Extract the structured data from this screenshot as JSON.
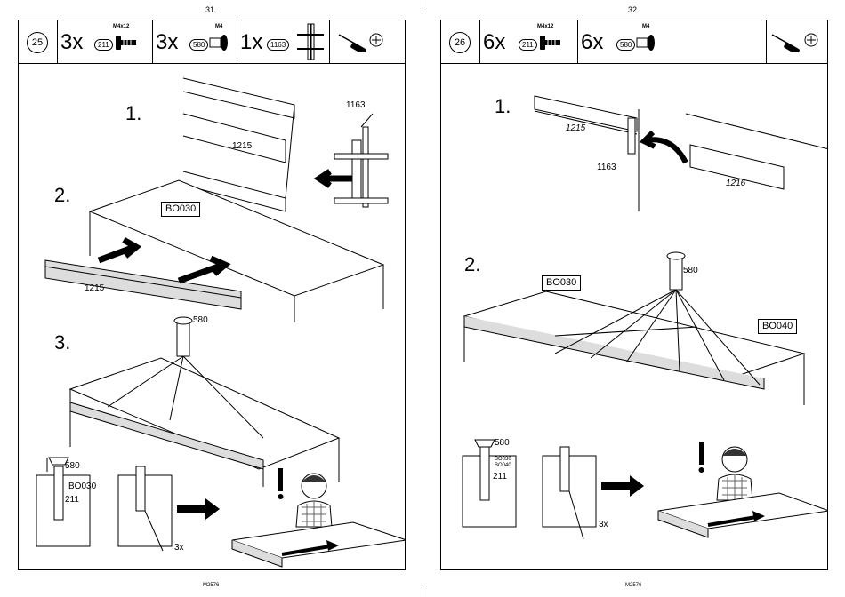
{
  "left": {
    "page_number": "31.",
    "footer": "M2576",
    "step_no": "25",
    "parts": [
      {
        "qty": "3x",
        "code": "211",
        "size": "M4x12"
      },
      {
        "qty": "3x",
        "code": "580",
        "size": "M4"
      },
      {
        "qty": "1x",
        "code": "1163",
        "size": ""
      }
    ],
    "steps": [
      "1.",
      "2.",
      "3."
    ],
    "labels": {
      "p1163": "1163",
      "p1215a": "1215",
      "bo030": "BO030",
      "p1215b": "1215",
      "p580": "580",
      "d580": "580",
      "dbo030": "BO030",
      "d211": "211",
      "d3x": "3x"
    }
  },
  "right": {
    "page_number": "32.",
    "footer": "M2576",
    "step_no": "26",
    "parts": [
      {
        "qty": "6x",
        "code": "211",
        "size": "M4x12"
      },
      {
        "qty": "6x",
        "code": "580",
        "size": "M4"
      }
    ],
    "steps": [
      "1.",
      "2."
    ],
    "labels": {
      "p1215": "1215",
      "p1163": "1163",
      "p1216": "1216",
      "p580": "580",
      "bo030": "BO030",
      "bo040": "BO040",
      "d580": "580",
      "dbo030": "BO030",
      "dbo040": "BO040",
      "d211": "211",
      "d3x": "3x"
    }
  }
}
